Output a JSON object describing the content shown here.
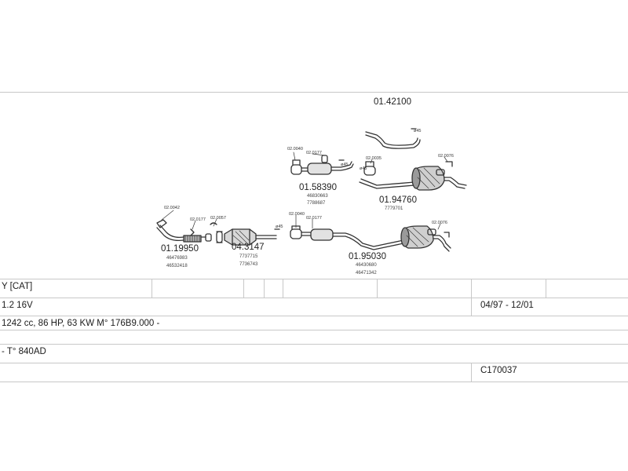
{
  "parts": {
    "tailpipe_kit": "01.42100",
    "front_pipe": "01.19950",
    "front_pipe_oe_1": "46476983",
    "front_pipe_oe_2": "46532418",
    "catalyst": "04.3147",
    "catalyst_oe_1": "7737715",
    "catalyst_oe_2": "7736743",
    "middle_silencer_upper": "01.58390",
    "middle_silencer_upper_oe_1": "46830663",
    "middle_silencer_upper_oe_2": "7788687",
    "rear_silencer_upper": "01.94760",
    "rear_silencer_upper_oe": "7779701",
    "middle_rear_lower": "01.95030",
    "middle_rear_lower_oe_1": "46430680",
    "middle_rear_lower_oe_2": "46471342"
  },
  "small_labels": {
    "gasket_front": "02.0042",
    "clamp_a": "02.0177",
    "clamp_b": "02.0057",
    "hanger_low_1": "02.0040",
    "hanger_low_2": "02.0177",
    "hanger_up_1": "02.0040",
    "hanger_up_2": "02.0177",
    "hanger_up_3": "02.0035",
    "hanger_up_4": "02.0076",
    "hanger_low_3": "02.0076",
    "ref_45_a": "ø45",
    "ref_45_b": "ø45",
    "ref_45_c": "ø45",
    "ref_45_d": "ø45"
  },
  "rows": {
    "row1_text": "Y [CAT]",
    "row2_text": "1.2 16V",
    "row2_date": "04/97 - 12/01",
    "row3_text": "1242 cc, 86 HP, 63 KW M° 176B9.000 -",
    "row4_text": "- T° 840AD",
    "row5_code": "C170037"
  }
}
